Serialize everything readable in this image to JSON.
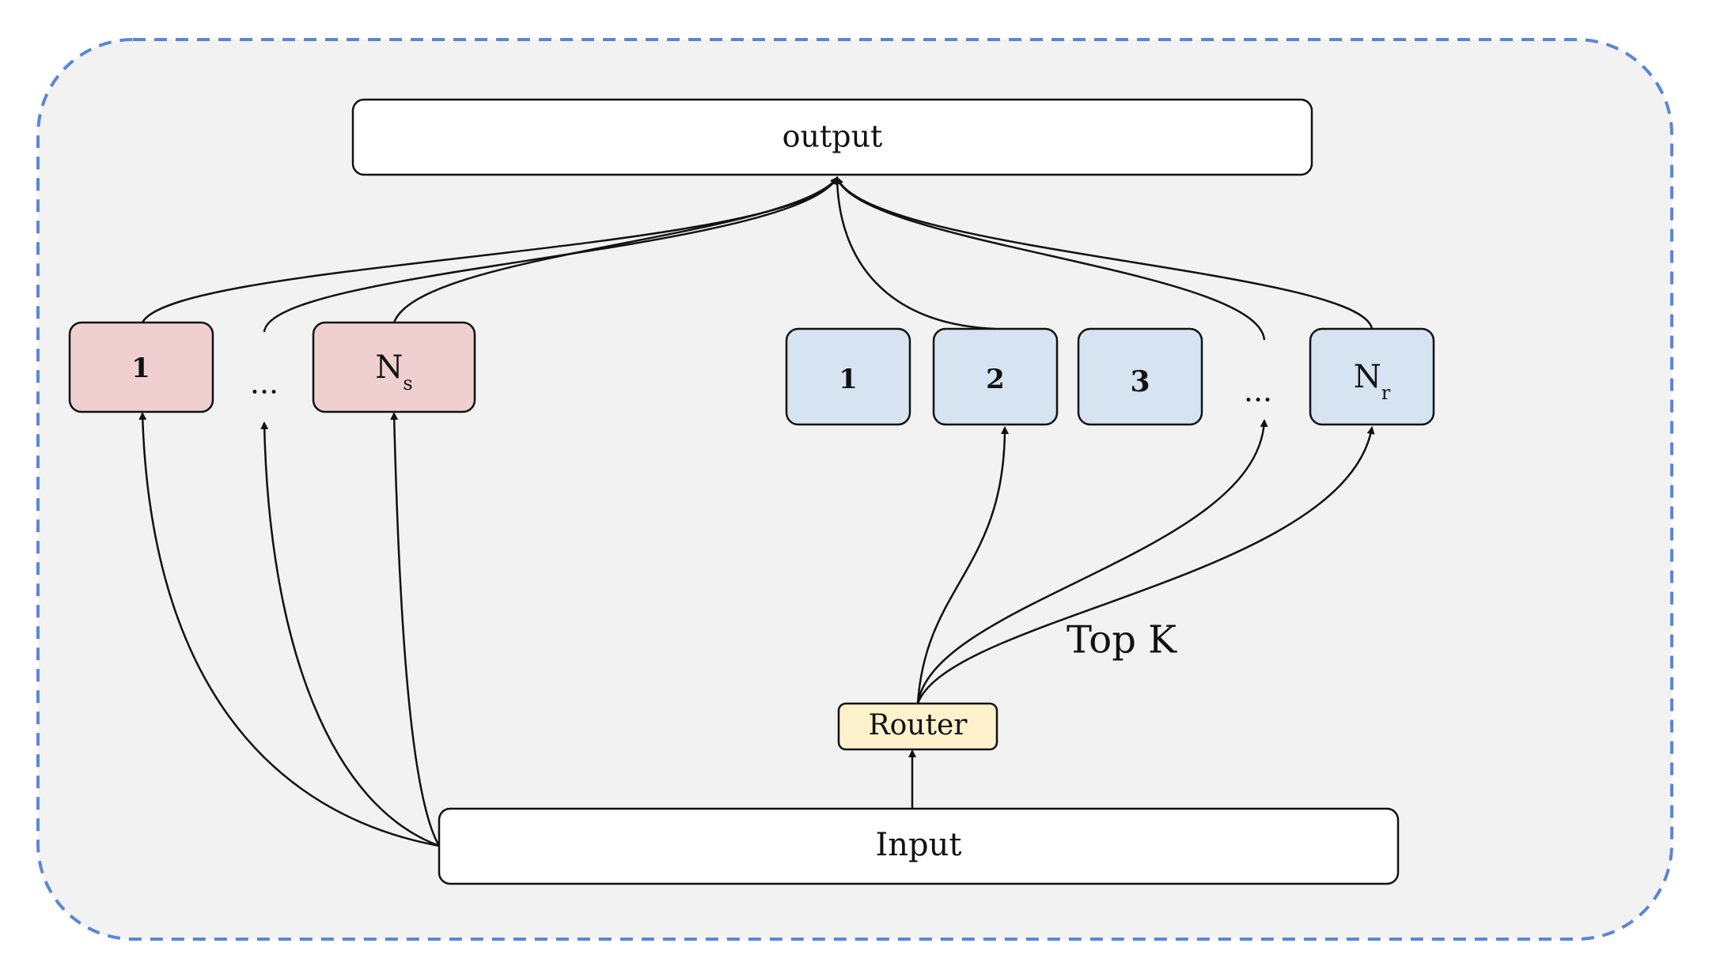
{
  "output": {
    "label": "output"
  },
  "input": {
    "label": "Input"
  },
  "router": {
    "label": "Router"
  },
  "topk": {
    "label": "Top K"
  },
  "shared_experts": {
    "first": "1",
    "ellipsis": "...",
    "last_base": "N",
    "last_sub": "s"
  },
  "routed_experts": {
    "e1": "1",
    "e2": "2",
    "e3": "3",
    "ellipsis": "...",
    "last_base": "N",
    "last_sub": "r"
  },
  "colors": {
    "frame_border": "#5B86D6",
    "frame_fill": "#F2F2F2",
    "shared_fill": "#EFCFCF",
    "routed_fill": "#D6E3F1",
    "router_fill": "#FDF2CC",
    "box_fill": "#FFFFFF",
    "stroke": "#111111"
  }
}
